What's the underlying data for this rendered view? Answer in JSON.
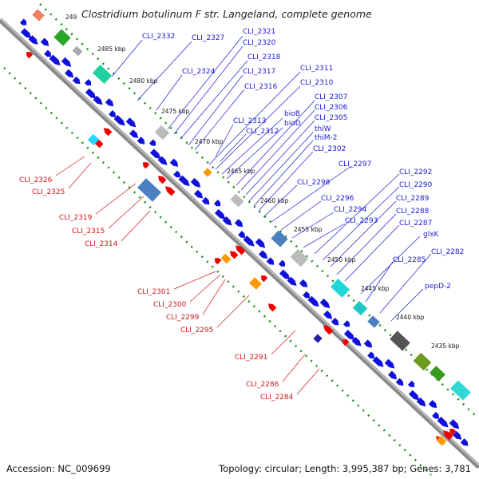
{
  "title": "Clostridium botulinum F str. Langeland, complete genome",
  "footer": {
    "accession": "Accession: NC_009699",
    "topology": "Topology: circular; Length: 3,995,387 bp; Genes: 3,781"
  },
  "colors": {
    "backbone": "#888888",
    "forward_gene": "#1010dd",
    "reverse_gene": "#ee0000",
    "forward_label": "#1a1ad0",
    "reverse_label": "#d01818",
    "gc_dots": "#1a8a1a"
  },
  "ticks": [
    "249",
    "2485 kbp",
    "2480 kbp",
    "2475 kbp",
    "2470 kbp",
    "2465 kbp",
    "2460 kbp",
    "2455 kbp",
    "2450 kbp",
    "2445 kbp",
    "2440 kbp",
    "2435 kbp"
  ],
  "forward_labels": [
    "CLI_2332",
    "CLI_2327",
    "CLI_2321",
    "CLI_2320",
    "CLI_2318",
    "CLI_2324",
    "CLI_2317",
    "CLI_2316",
    "CLI_2311",
    "CLI_2310",
    "bioB",
    "bioD",
    "CLI_2313",
    "CLI_2312",
    "CLI_2307",
    "CLI_2306",
    "CLI_2305",
    "thiW",
    "thiM-2",
    "CLI_2302",
    "CLI_2297",
    "CLI_2298",
    "CLI_2296",
    "CLI_2294",
    "CLI_2293",
    "CLI_2292",
    "CLI_2290",
    "CLI_2289",
    "CLI_2288",
    "CLI_2287",
    "glxK",
    "CLI_2285",
    "CLI_2282",
    "pepD-2"
  ],
  "reverse_labels": [
    "CLI_2326",
    "CLI_2325",
    "CLI_2319",
    "CLI_2315",
    "CLI_2314",
    "CLI_2301",
    "CLI_2300",
    "CLI_2299",
    "CLI_2295",
    "CLI_2291",
    "CLI_2286",
    "CLI_2284"
  ]
}
